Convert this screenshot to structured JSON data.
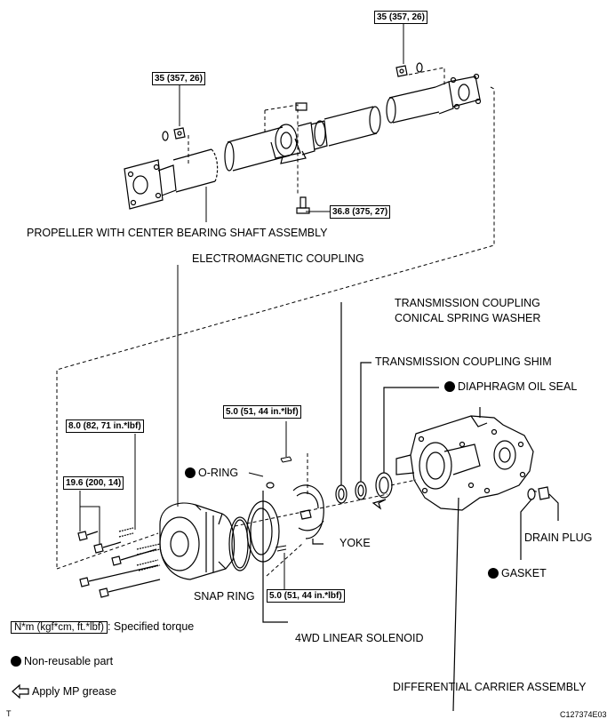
{
  "labels": {
    "propeller": "PROPELLER WITH CENTER BEARING SHAFT ASSEMBLY",
    "electromagnetic_coupling": "ELECTROMAGNETIC COUPLING",
    "transmission_coupling_line1": "TRANSMISSION COUPLING",
    "transmission_coupling_line2": "CONICAL SPRING WASHER",
    "transmission_coupling_shim": "TRANSMISSION COUPLING SHIM",
    "diaphragm_oil_seal": "DIAPHRAGM OIL SEAL",
    "o_ring": "O-RING",
    "yoke": "YOKE",
    "drain_plug": "DRAIN PLUG",
    "gasket": "GASKET",
    "snap_ring": "SNAP RING",
    "linear_solenoid": "4WD LINEAR SOLENOID",
    "differential_carrier": "DIFFERENTIAL CARRIER ASSEMBLY"
  },
  "torques": {
    "top_right": "35 (357, 26)",
    "top_left": "35 (357, 26)",
    "center_bolt": "36.8 (375, 27)",
    "coupling_small": "8.0 (82, 71 in.*lbf)",
    "coupling_large": "19.6 (200, 14)",
    "solenoid_top": "5.0 (51, 44 in.*lbf)",
    "solenoid_bottom": "5.0 (51, 44 in.*lbf)"
  },
  "legend": {
    "torque_box": "N*m (kgf*cm, ft.*lbf)",
    "torque_text": ": Specified torque",
    "non_reusable": "Non-reusable part",
    "mp_grease": "Apply MP grease"
  },
  "corner": {
    "left": "T",
    "code": "C127374E03"
  },
  "icons": {
    "non_reusable": "filled-circle-icon",
    "grease": "hollow-arrow-left-icon"
  }
}
